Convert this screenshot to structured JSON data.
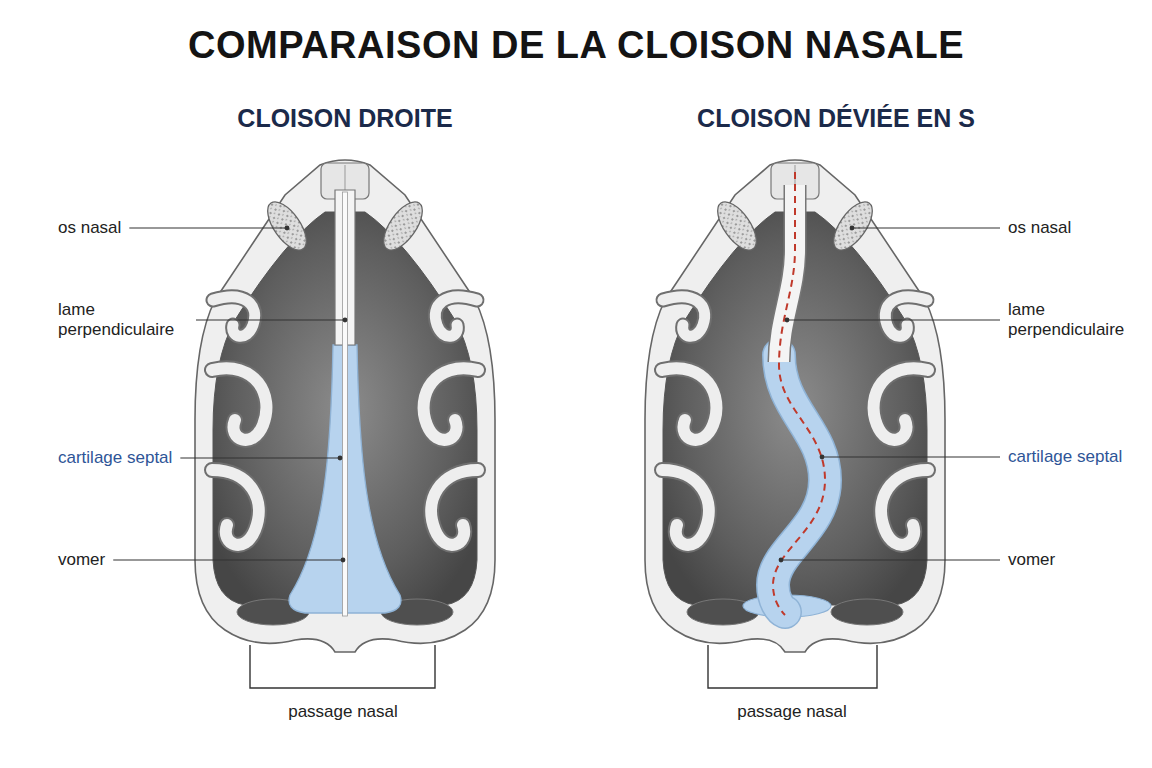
{
  "diagram": {
    "title": "COMPARAISON DE LA CLOISON NASALE",
    "labels": [
      "CLOISON DROITE",
      "os nasal",
      "lame perpendiculaire",
      "cartilage septal",
      "vomer",
      "passage nasal",
      "CLOISON DÉVIÉE EN S",
      "os nasal",
      "lame perpendiculaire",
      "cartilage septal",
      "vomer",
      "passage nasal"
    ]
  }
}
